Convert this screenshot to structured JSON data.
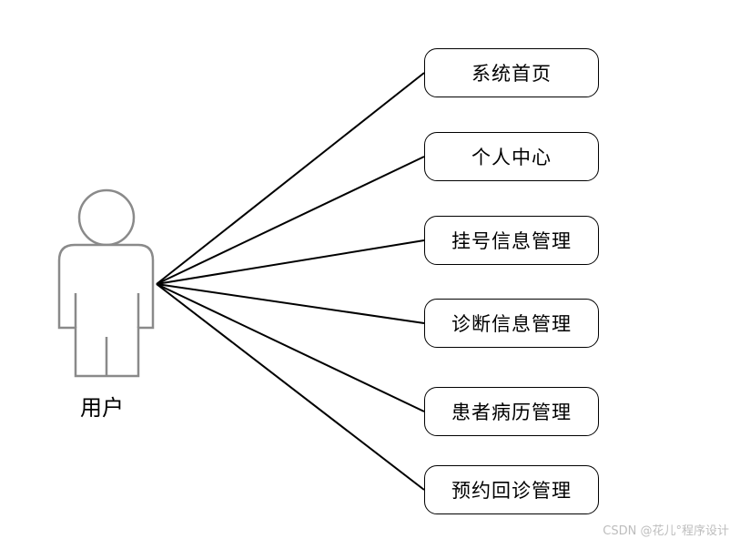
{
  "actor": {
    "label": "用户"
  },
  "use_cases": [
    {
      "label": "系统首页"
    },
    {
      "label": "个人中心"
    },
    {
      "label": "挂号信息管理"
    },
    {
      "label": "诊断信息管理"
    },
    {
      "label": "患者病历管理"
    },
    {
      "label": "预约回诊管理"
    }
  ],
  "watermark": "CSDN @花儿°程序设计",
  "colors": {
    "stroke": "#000000",
    "actor_stroke": "#8a8a8a",
    "watermark": "#bdbdbd"
  }
}
